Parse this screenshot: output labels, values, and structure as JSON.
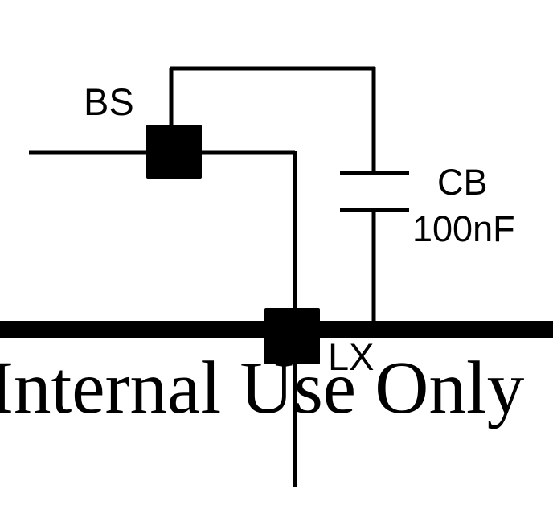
{
  "diagram": {
    "pins": {
      "bs": "BS",
      "lx": "LX"
    },
    "capacitor": {
      "name": "CB",
      "value": "100nF"
    },
    "watermark": "Internal Use Only"
  },
  "colors": {
    "ink": "#000000",
    "background": "#ffffff"
  }
}
